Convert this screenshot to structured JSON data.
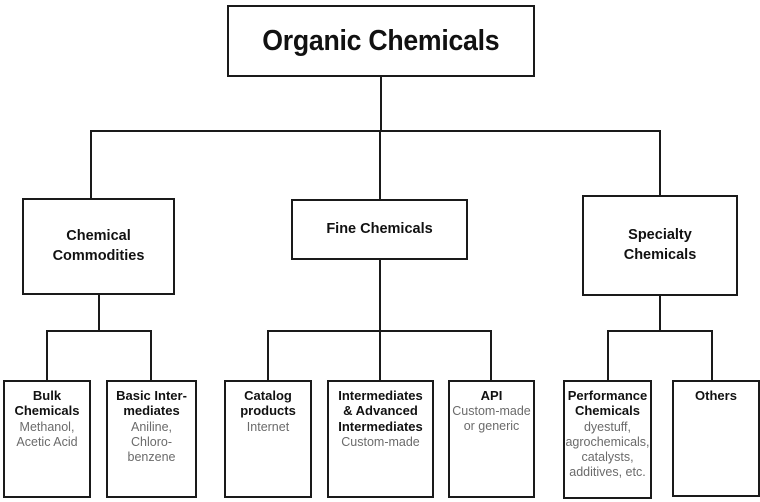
{
  "diagram": {
    "type": "hierarchy-tree",
    "title": "Organic Chemicals",
    "levels": 3,
    "colors": {
      "background": "#ffffff",
      "border": "#1a1a1a",
      "title_text": "#111111",
      "subtitle_text": "#6b6b6b"
    },
    "root": {
      "label": "Organic Chemicals"
    },
    "level2": [
      {
        "label": "Chemical\nCommodities"
      },
      {
        "label": "Fine Chemicals"
      },
      {
        "label": "Specialty\nChemicals"
      }
    ],
    "leaves": [
      {
        "parent": "Chemical Commodities",
        "label": "Bulk\nChemicals",
        "sub": "Methanol,\nAcetic Acid"
      },
      {
        "parent": "Chemical Commodities",
        "label": "Basic Inter-\nmediates",
        "sub": "Aniline,\nChloro-\nbenzene"
      },
      {
        "parent": "Fine Chemicals",
        "label": "Catalog\nproducts",
        "sub": "Internet"
      },
      {
        "parent": "Fine Chemicals",
        "label": "Intermediates\n& Advanced\nIntermediates",
        "sub": "Custom-made"
      },
      {
        "parent": "Fine Chemicals",
        "label": "API",
        "sub": "Custom-made\nor generic"
      },
      {
        "parent": "Specialty Chemicals",
        "label": "Performance\nChemicals",
        "sub": "dyestuff,\nagrochemicals,\ncatalysts,\nadditives, etc."
      },
      {
        "parent": "Specialty Chemicals",
        "label": "Others",
        "sub": ""
      }
    ]
  }
}
